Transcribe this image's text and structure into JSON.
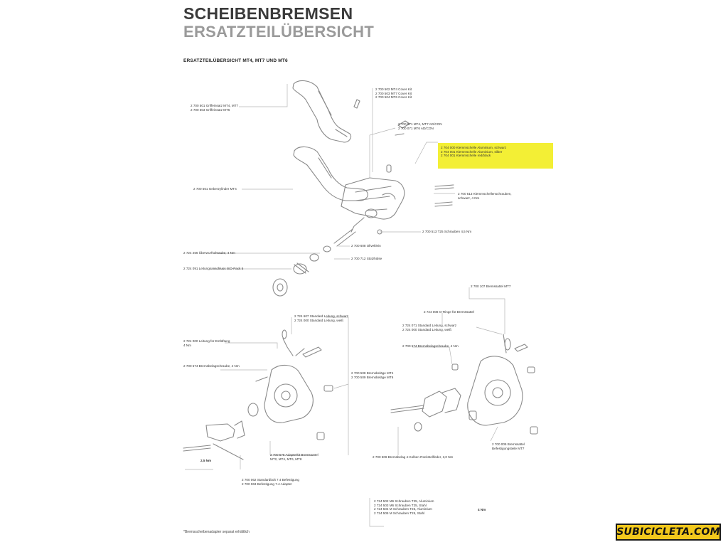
{
  "header": {
    "title": "SCHEIBENBREMSEN",
    "subtitle": "ERSATZTEILÜBERSICHT"
  },
  "section": {
    "title": "ERSATZTEILÜBERSICHT MT4, MT7 UND MT6"
  },
  "labels": {
    "lever_blade": [
      "2 700 501  Griffeinsatz MT4, MT7",
      "2 700 503  Griffeinsatz MT6"
    ],
    "covers": [
      "2 700 502  MT4 Cover Kit",
      "2 700 503  MT7 Cover Kit",
      "2 700 504  MT6 Cover Kit"
    ],
    "adjust": [
      "2 700 071  MT4, MT7 AD/CON",
      "2 700 071  MT6 AD/CON"
    ],
    "highlight": [
      "2 704 000  Klemmschelle Aluminium, schwarz",
      "2 704 001  Klemmschelle Aluminium, silber",
      "2 704 001  Klemmschelle red/black"
    ],
    "lever_body": [
      "2 700 561  Geberzylinder MT4"
    ],
    "clamp_screw": [
      "2 700 513  Klemmschellenschrauben,",
      "schwarz, 4 Nm"
    ],
    "torx": [
      "2 700 513  T25 Schrauben  4,5 Nm"
    ],
    "sleeve_screw": [
      "2 724 256  Überwurfschraube, 4 Nm"
    ],
    "olive": [
      "2 724 091  Leitungsanschluss ISO-Pack 5"
    ],
    "olive_small": [
      "2 700 608  Oliveklein"
    ],
    "insert": [
      "2 700 712  Stützhülse"
    ],
    "caliper_l_hose": [
      "2 724 607  Standard Leitung, schwarz",
      "2 724 000  Standard Leitung, weiß"
    ],
    "caliper_l_bleed": [
      "2 724 000  Leitung für Entlüftung",
      "4 Nm"
    ],
    "caliper_l_pad": [
      "2 700 574  Bremsbelagschraube, 4 Nm"
    ],
    "caliper_l_pads": [
      "2 700 508  Bremsbeläge MT4",
      "2 700 509  Bremsbeläge MT6"
    ],
    "caliper_l_adapter": [
      "2 700 575  Adapterkit Bremssattel",
      "MT2, MT4, MT6, MT8"
    ],
    "caliper_l_bolts": [
      "2 700 062  Standardbolt 7.4 Befestigung",
      "2 700 063  Befestigung 7.4 Adapter"
    ],
    "caliper_r_top": [
      "2 700 107  Bremssattel MT7"
    ],
    "caliper_r_plug": [
      "2 724 008  O-Ringe für Bremssattel"
    ],
    "caliper_r_hose": [
      "2 724 071  Standard Leitung, schwarz",
      "2 724 000  Standard Leitung, weiß"
    ],
    "caliper_r_screw": [
      "2 700 574  Bremsbelagschraube, 4 Nm"
    ],
    "caliper_r_pads": [
      "2 700 506  Bremsbelag 4-Kolben Rückstellfeder, 3,0 Nm"
    ],
    "caliper_r_adapter": [
      "2 700 005  Bremssattel",
      "Befestigungsteile MT7"
    ],
    "bottom_list": [
      "2 724 502  M6 Schrauben T25, Aluminium",
      "2 724 503  M6 Schrauben T25, Stahl",
      "2 724 504  M Schrauben T25, Aluminium",
      "2 724 505  M Schrauben T25, Stahl"
    ],
    "bottom_list_torque": "4 Nm",
    "torque_left": "2,5 Nm"
  },
  "footnote": "*Bremsscheibenadapter separat erhältlich",
  "watermark": "SUBICICLETA.COM",
  "colors": {
    "highlight": "#f3ef35",
    "badge": "#f2c81c",
    "line_art": "#8a8a8a"
  }
}
